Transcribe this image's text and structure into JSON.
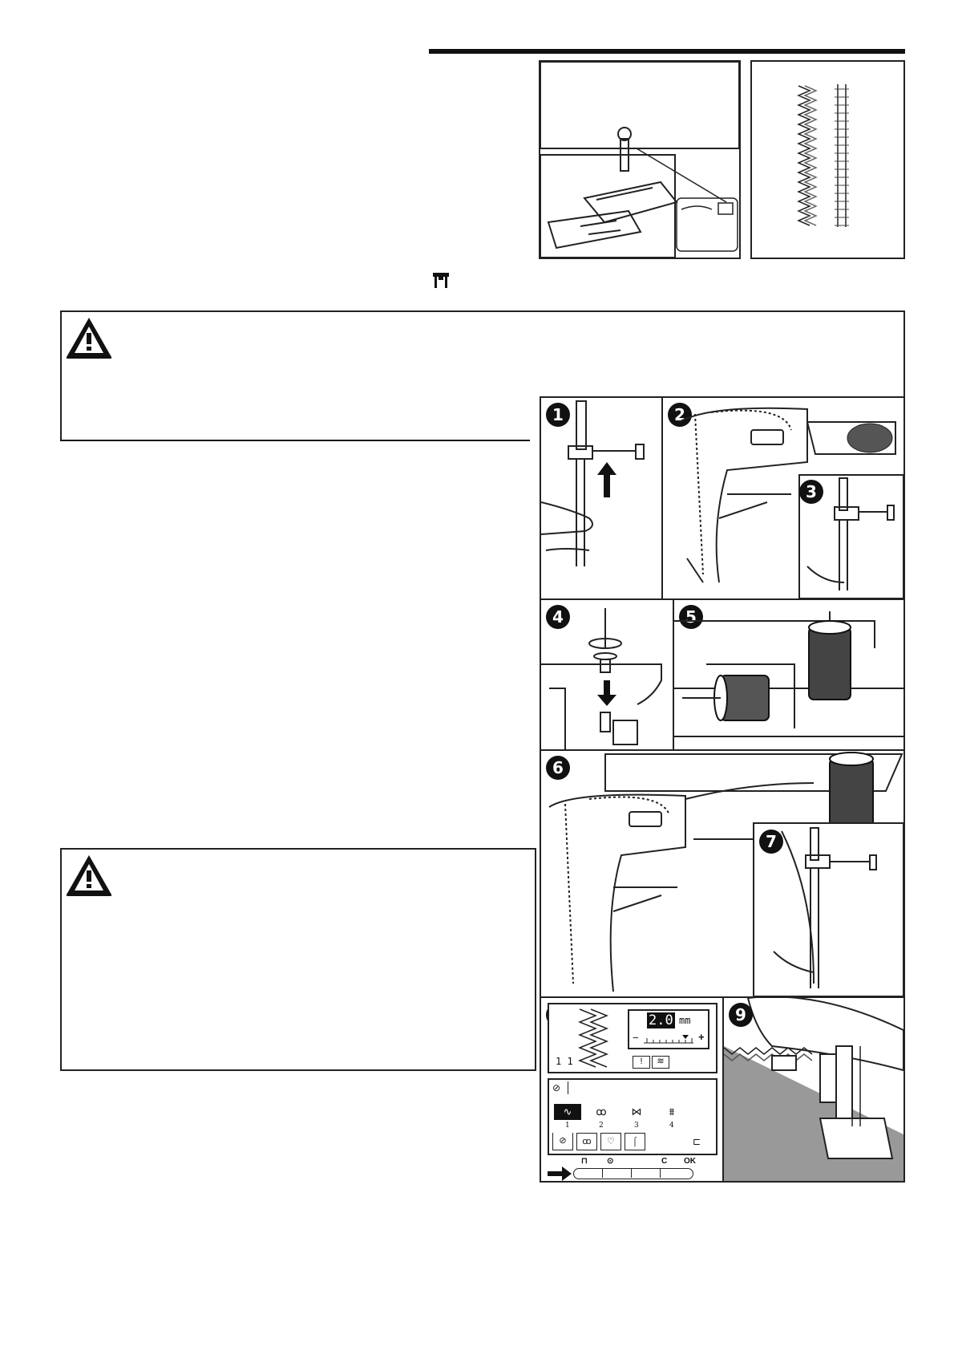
{
  "steps": [
    "1",
    "2",
    "3",
    "4",
    "5",
    "6",
    "7",
    "8",
    "9"
  ],
  "lcd_upper": {
    "width_value": "2.0",
    "width_unit": "mm",
    "minus": "−",
    "plus": "+",
    "counter": "1 1"
  },
  "lcd_lower": {
    "pattern_numbers": [
      "1",
      "2",
      "3",
      "4"
    ]
  },
  "keypad": {
    "key_c": "C",
    "key_ok": "OK"
  },
  "icons": {
    "warning": "warning-triangle-icon",
    "twin_needle": "twin-needle-icon",
    "arrow": "right-arrow-icon"
  }
}
